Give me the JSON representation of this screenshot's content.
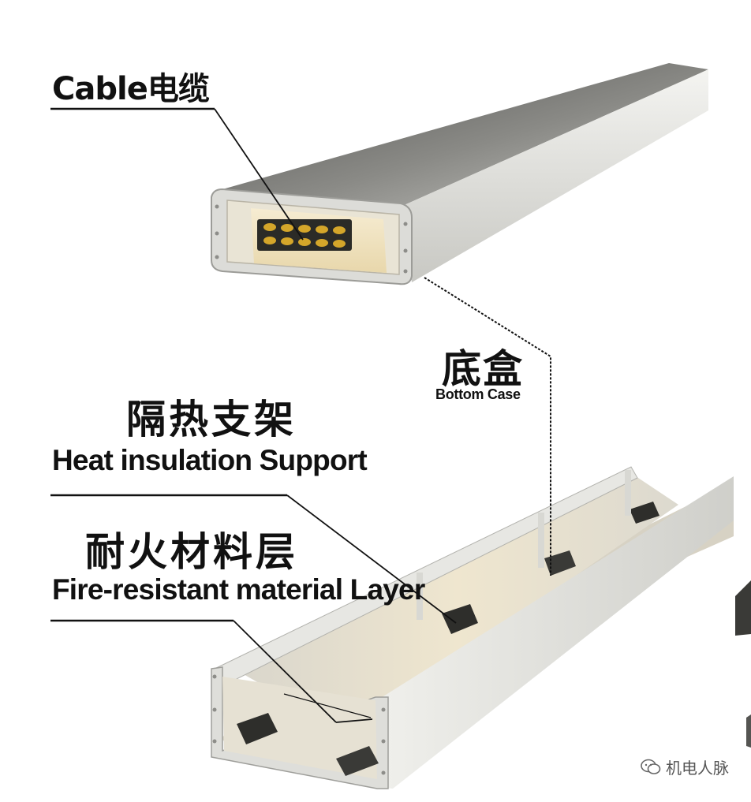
{
  "labels": {
    "cable": "Cable电缆",
    "bottom_case_cn": "底盒",
    "bottom_case_en": "Bottom Case",
    "heat_support_cn": "隔热支架",
    "heat_support_en": "Heat insulation Support",
    "fire_layer_cn": "耐火材料层",
    "fire_layer_en": "Fire-resistant material Layer"
  },
  "watermark": {
    "icon": "wechat-icon",
    "text": "机电人脉"
  },
  "colors": {
    "metal_light": "#e6e6e2",
    "metal_dark": "#7a7a76",
    "insulation": "#efe0bd",
    "conductor": "#d4a62a",
    "leader_line": "#111111"
  }
}
